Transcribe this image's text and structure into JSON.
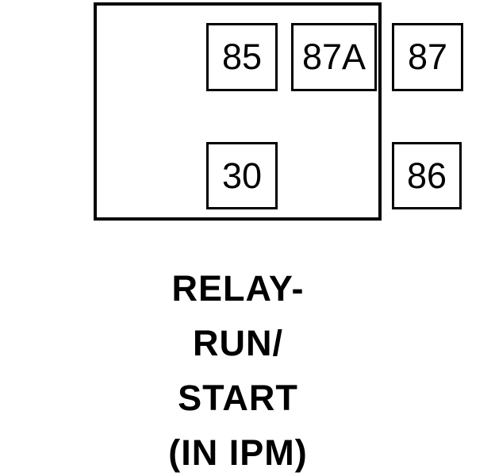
{
  "diagram": {
    "title": "relay pin diagram",
    "relay": {
      "pins": [
        {
          "label": "85",
          "row": "top",
          "position": "left"
        },
        {
          "label": "87A",
          "row": "top",
          "position": "center"
        },
        {
          "label": "87",
          "row": "top",
          "position": "right"
        },
        {
          "label": "30",
          "row": "bottom",
          "position": "left"
        },
        {
          "label": "86",
          "row": "bottom",
          "position": "right"
        }
      ]
    },
    "caption": {
      "lines": [
        "RELAY-",
        "RUN/",
        "START",
        "(IN IPM)"
      ]
    },
    "colors": {
      "line": "#000000",
      "background": "#ffffff"
    }
  }
}
